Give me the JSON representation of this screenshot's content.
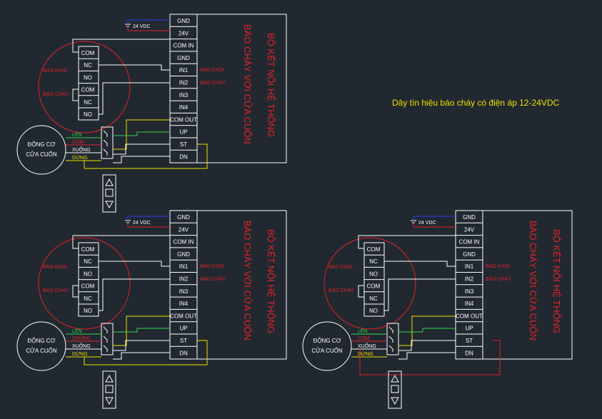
{
  "title": "Dây tín hiệu báo cháy có điện áp 12-24VDC",
  "panel": {
    "name_line1": "BỘ KẾT NỐI HỆ THỐNG",
    "name_line2": "BÁO CHÁY VỚI CỬA CUỐN",
    "terminals": [
      "GND",
      "24V",
      "COM IN",
      "GND",
      "IN1",
      "IN2",
      "IN3",
      "IN4",
      "COM OUT",
      "UP",
      "ST",
      "DN"
    ],
    "in1_label": "BÁO KHÓI",
    "in2_label": "BÁO CHÁY"
  },
  "power_label": "24 VDC",
  "detector": {
    "contacts": [
      "COM",
      "NC",
      "NO",
      "COM",
      "NC",
      "NO"
    ],
    "smoke_label": "BÁO KHÓI",
    "fire_label": "BÁO CHÁY"
  },
  "motor": {
    "line1": "ĐỘNG CƠ",
    "line2": "CỬA CUỐN",
    "wires": [
      "LÊN",
      "CHUNG",
      "XUỐNG",
      "DỪNG"
    ],
    "wires_display": {
      "d1": [
        "LÊN",
        "COM",
        "XUỐNG",
        "DỪNG"
      ],
      "d2": [
        "LÊN",
        "CHUNG",
        "XUỐNG",
        "DỪNG"
      ],
      "d3": [
        "LÊN",
        "COM",
        "XUỐNG",
        "DỪNG"
      ]
    }
  },
  "remote_buttons": [
    "up-arrow",
    "stop-square",
    "down-arrow"
  ],
  "colors": {
    "background": "#212830",
    "line": "#ffffff",
    "red": "#e0222a",
    "yellow": "#f0e000",
    "green": "#35d24a",
    "blue": "#2a3cff"
  }
}
